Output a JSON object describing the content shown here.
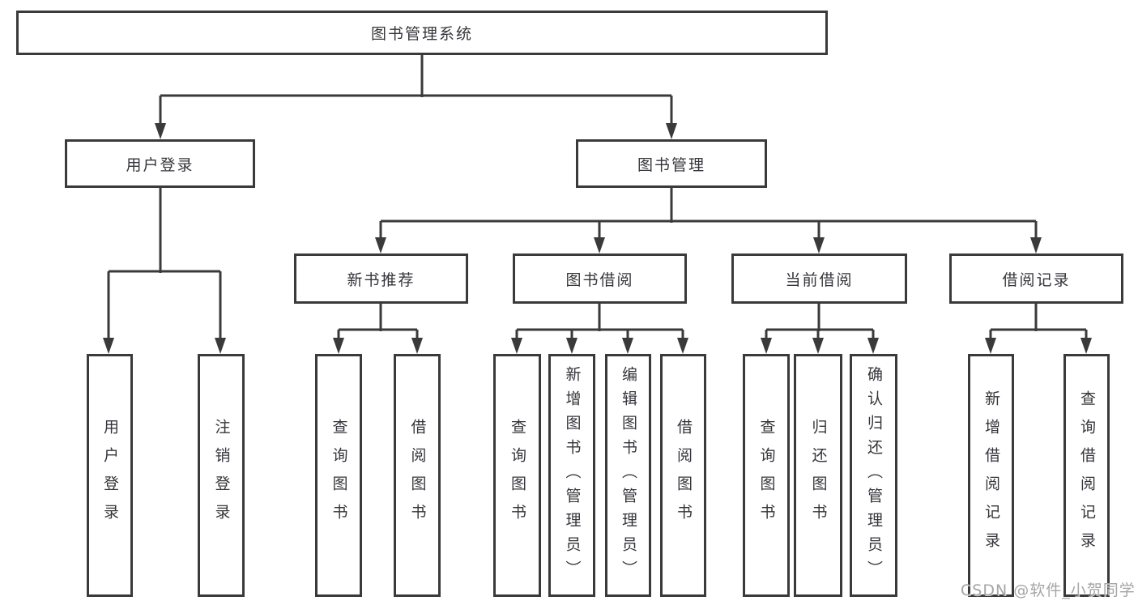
{
  "tree": {
    "label": "图书管理系统",
    "children": [
      {
        "label": "用户登录",
        "children": [
          {
            "label": "用户登录"
          },
          {
            "label": "注销登录"
          }
        ]
      },
      {
        "label": "图书管理",
        "children": [
          {
            "label": "新书推荐",
            "children": [
              {
                "label": "查询图书"
              },
              {
                "label": "借阅图书"
              }
            ]
          },
          {
            "label": "图书借阅",
            "children": [
              {
                "label": "查询图书"
              },
              {
                "label": "新增图书（管理员）"
              },
              {
                "label": "编辑图书（管理员）"
              },
              {
                "label": "借阅图书"
              }
            ]
          },
          {
            "label": "当前借阅",
            "children": [
              {
                "label": "查询图书"
              },
              {
                "label": "归还图书"
              },
              {
                "label": "确认归还（管理员）"
              }
            ]
          },
          {
            "label": "借阅记录",
            "children": [
              {
                "label": "新增借阅记录"
              },
              {
                "label": "查询借阅记录"
              }
            ]
          }
        ]
      }
    ]
  },
  "watermark": {
    "text": "CSDN @软件_小贺同学"
  },
  "colors": {
    "line_color": "#3a3a3a",
    "text_color": "#35353b",
    "box_background": "#ffffff",
    "page_background": "#ffffff",
    "watermark_color": "#a5a5a5"
  }
}
